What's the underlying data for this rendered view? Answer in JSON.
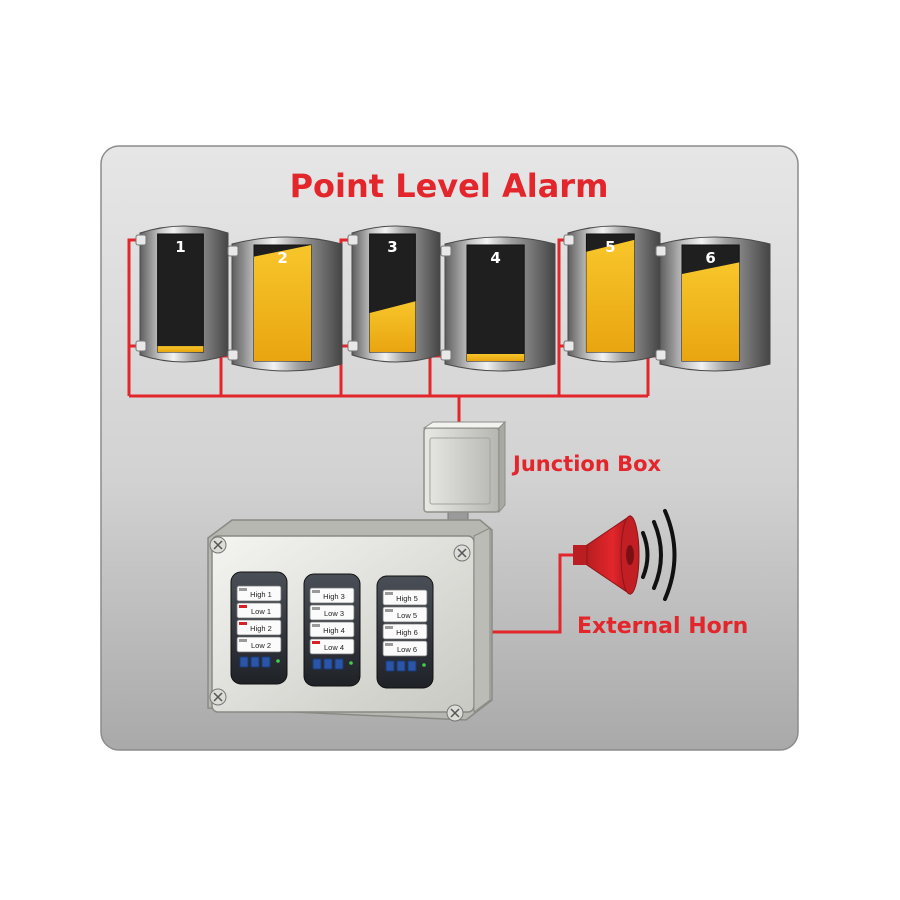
{
  "title": "Point Level Alarm",
  "junction_box_label": "Junction Box",
  "horn_label": "External Horn",
  "tanks": [
    {
      "number": "1",
      "level": 0.05
    },
    {
      "number": "2",
      "level": 0.9
    },
    {
      "number": "3",
      "level": 0.33
    },
    {
      "number": "4",
      "level": 0.06
    },
    {
      "number": "5",
      "level": 0.85
    },
    {
      "number": "6",
      "level": 0.75
    }
  ],
  "modules": [
    {
      "switches": [
        {
          "label": "High 1",
          "indicator": "off"
        },
        {
          "label": "Low 1",
          "indicator": "on"
        },
        {
          "label": "High 2",
          "indicator": "on"
        },
        {
          "label": "Low 2",
          "indicator": "off"
        }
      ]
    },
    {
      "switches": [
        {
          "label": "High 3",
          "indicator": "off"
        },
        {
          "label": "Low 3",
          "indicator": "off"
        },
        {
          "label": "High 4",
          "indicator": "off"
        },
        {
          "label": "Low 4",
          "indicator": "on"
        }
      ]
    },
    {
      "switches": [
        {
          "label": "High 5",
          "indicator": "off"
        },
        {
          "label": "Low 5",
          "indicator": "off"
        },
        {
          "label": "High 6",
          "indicator": "off"
        },
        {
          "label": "Low 6",
          "indicator": "off"
        }
      ]
    }
  ],
  "colors": {
    "wire": "#e3262b",
    "accent": "#e3262b",
    "liquid": "#f2b417",
    "indicator_on": "#d82027",
    "indicator_off": "#9a9a9a"
  }
}
